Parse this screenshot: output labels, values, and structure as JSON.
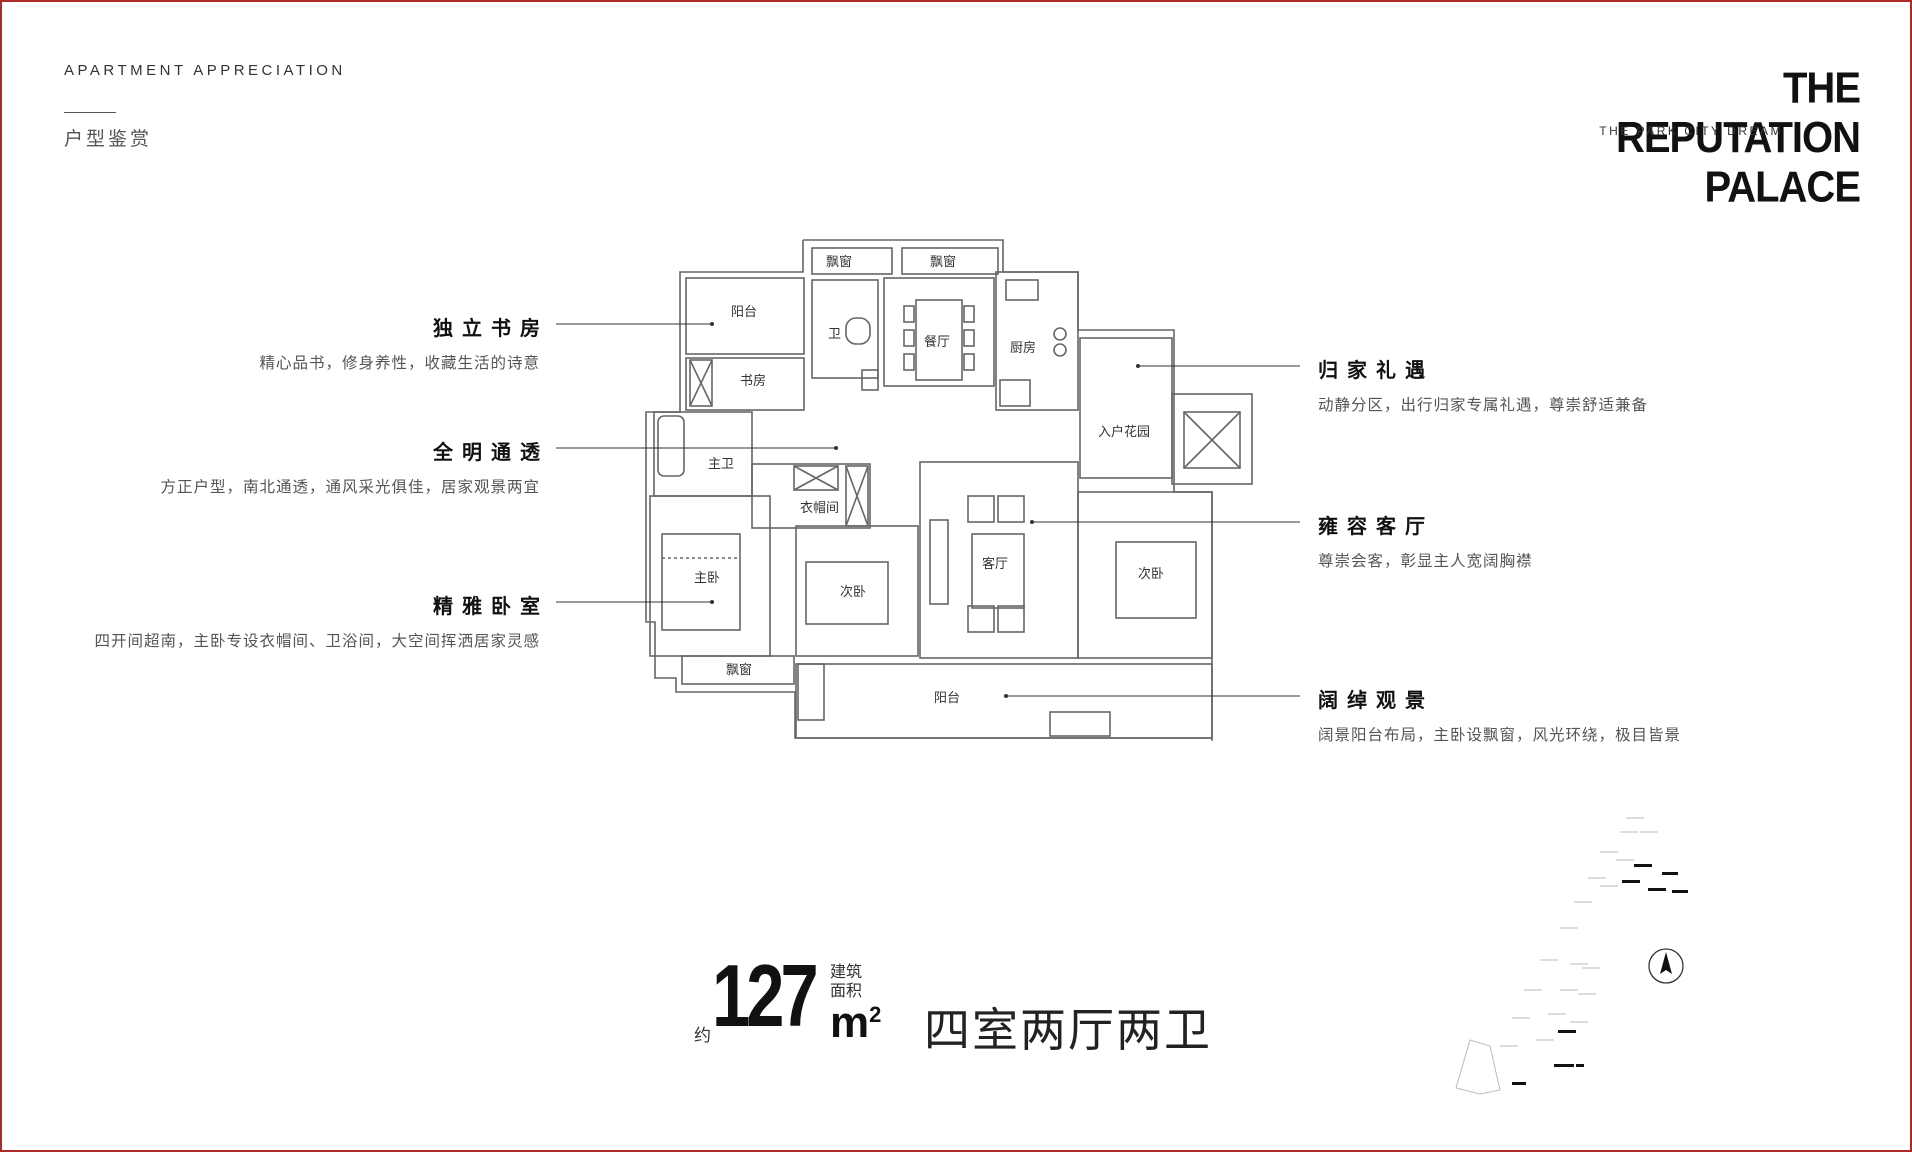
{
  "header": {
    "en_title": "APARTMENT APPRECIATION",
    "zh_title": "户型鉴赏",
    "brand": "THE REPUTATION PALACE",
    "brand_sub": "THE PARK CITY DREAM"
  },
  "features_left": [
    {
      "title": "独立书房",
      "desc": "精心品书，修身养性，收藏生活的诗意"
    },
    {
      "title": "全明通透",
      "desc": "方正户型，南北通透，通风采光俱佳，居家观景两宜"
    },
    {
      "title": "精雅卧室",
      "desc": "四开间超南，主卧专设衣帽间、卫浴间，大空间挥洒居家灵感"
    }
  ],
  "features_right": [
    {
      "title": "归家礼遇",
      "desc": "动静分区，出行归家专属礼遇，尊崇舒适兼备"
    },
    {
      "title": "雍容客厅",
      "desc": "尊崇会客，彰显主人宽阔胸襟"
    },
    {
      "title": "阔绰观景",
      "desc": "阔景阳台布局，主卧设飘窗，风光环绕，极目皆景"
    }
  ],
  "rooms": {
    "bay_window_top_left": "飘窗",
    "bay_window_top_right": "飘窗",
    "balcony_north": "阳台",
    "bathroom": "卫",
    "dining": "餐厅",
    "kitchen": "厨房",
    "study": "书房",
    "master_bath": "主卫",
    "entry_garden": "入户花园",
    "closet": "衣帽间",
    "master_bedroom": "主卧",
    "second_bedroom_a": "次卧",
    "living_room": "客厅",
    "second_bedroom_b": "次卧",
    "bay_window_bottom": "飘窗",
    "balcony_south": "阳台"
  },
  "bottom": {
    "approx": "约",
    "area": "127",
    "area_label": "建筑面积",
    "unit": "m",
    "unit_sup": "2",
    "layout": "四室两厅两卫"
  },
  "icons": {
    "compass": "north-arrow-icon",
    "site_map": "site-map"
  }
}
